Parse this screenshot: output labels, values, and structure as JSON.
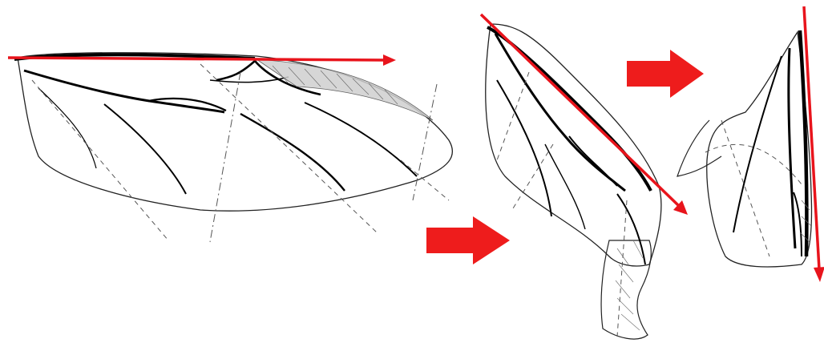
{
  "diagram": {
    "panels": [
      {
        "id": "wing-unfolded"
      },
      {
        "id": "wing-partially-folded"
      },
      {
        "id": "wing-folded"
      }
    ],
    "transition_arrows": 2,
    "colors": {
      "axis_arrow": "#e8141c",
      "transition_arrow": "#ee1c1c",
      "outline": "#222222",
      "vein": "#000000",
      "fold_line": "#555555"
    }
  }
}
